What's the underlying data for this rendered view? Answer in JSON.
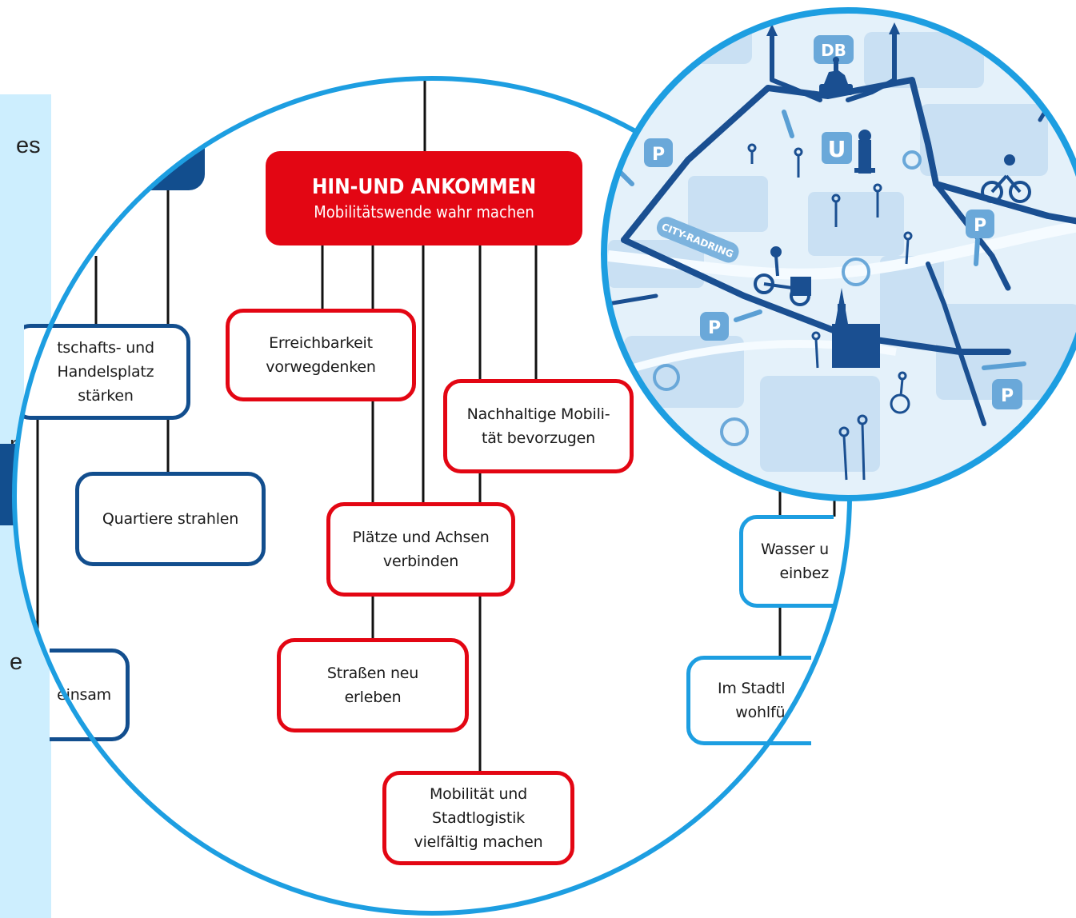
{
  "side_panel": {
    "fragments": [
      "es",
      "n",
      "e"
    ],
    "color": "#cdeefe"
  },
  "main_node": {
    "title": "HIN-UND ANKOMMEN",
    "subtitle": "Mobilitätswende wahr machen",
    "color": "#e30613"
  },
  "red_nodes": [
    "Erreichbarkeit\nvorwegdenken",
    "Nachhaltige Mobili-\ntät bevorzugen",
    "Plätze und Achsen\nverbinden",
    "Straßen neu\nerleben",
    "Mobilität und\nStadtlogistik\nvielfältig machen"
  ],
  "dark_blue_nodes": [
    "tschafts- und\nHandelsplatz\nstärken",
    "Quartiere strahlen",
    "einsam"
  ],
  "light_blue_nodes": [
    "Wasser u\neinbez",
    "Im Stadtl\nwohlfü"
  ],
  "map": {
    "labels": {
      "station": "DB",
      "subway": "U",
      "ring": "CITY-RADRING",
      "parking": "P"
    },
    "icons": [
      "parking-icon",
      "car-icon",
      "bicycle-icon",
      "cargo-bike-icon",
      "church-icon",
      "pedestrian-icon",
      "wheelchair-icon",
      "equestrian-statue-icon",
      "tower-icon"
    ]
  },
  "colors": {
    "red": "#e30613",
    "dark_blue": "#124e8e",
    "light_blue": "#1d9ee1",
    "map_bg": "#d7ebf8",
    "map_road": "#1a4f91"
  }
}
